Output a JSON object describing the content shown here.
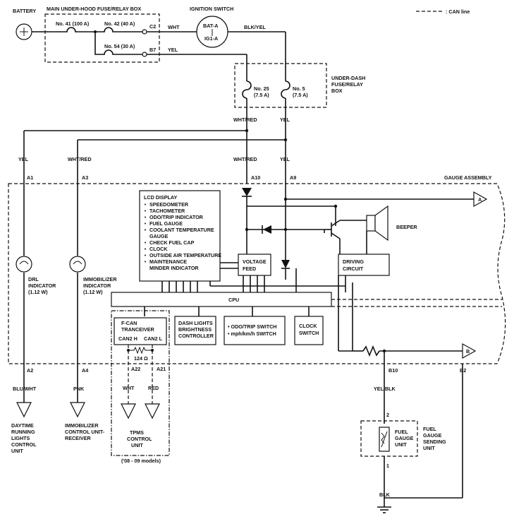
{
  "legend": {
    "can_line": ": CAN line"
  },
  "battery": {
    "label": "BATTERY"
  },
  "fuse_box": {
    "title": "MAIN UNDER-HOOD FUSE/RELAY BOX",
    "fuse41": "No. 41 (100 A)",
    "fuse42": "No. 42 (40 A)",
    "fuse54": "No. 54 (30 A)",
    "c2": "C2",
    "b7": "B7"
  },
  "ignition": {
    "title": "IGNITION SWITCH",
    "bat": "BAT-A",
    "ig1": "IG1-A"
  },
  "wires": {
    "wht": "WHT",
    "yel": "YEL",
    "blk_yel": "BLK/YEL",
    "wht_red": "WHT/RED",
    "blu_wht": "BLU/WHT",
    "pnk": "PNK",
    "yel_blk": "YEL/BLK",
    "blk": "BLK",
    "wht2": "WHT",
    "red": "RED"
  },
  "underdash": {
    "title1": "UNDER-DASH",
    "title2": "FUSE/RELAY",
    "title3": "BOX",
    "f25a": "No. 25",
    "f25b": "(7.5 A)",
    "f5a": "No. 5",
    "f5b": "(7.5 A)"
  },
  "pins": {
    "a1": "A1",
    "a3": "A3",
    "a10": "A10",
    "a9": "A9",
    "a2": "A2",
    "a4": "A4",
    "b10": "B10",
    "b2": "B2",
    "a22": "A22",
    "a21": "A21",
    "p2": "2",
    "p1": "1"
  },
  "gauge_assembly": "GAUGE ASSEMBLY",
  "lcd": {
    "title": "LCD DISPLAY",
    "items": [
      "SPEEDOMETER",
      "TACHOMETER",
      "ODO/TRIP INDICATOR",
      "FUEL GAUGE",
      "COOLANT TEMPERATURE",
      "GAUGE",
      "CHECK FUEL CAP",
      "CLOCK",
      "OUTSIDE AIR TEMPERATURE",
      "MAINTENANCE",
      "MINDER INDICATOR"
    ]
  },
  "voltage_feed": [
    "VOLTAGE",
    "FEED"
  ],
  "beeper": "BEEPER",
  "driving_circuit": [
    "DRIVING",
    "CIRCUIT"
  ],
  "cpu": "CPU",
  "drl": [
    "DRL",
    "INDICATOR",
    "(1.12 W)"
  ],
  "immob": [
    "IMMOBILIZER",
    "INDICATOR",
    "(1.12 W)"
  ],
  "fcan": [
    "F-CAN",
    "TRANCEIVER",
    "CAN2 H",
    "CAN2 L"
  ],
  "resistor": "124 Ω",
  "dash_lights": [
    "DASH LIGHTS",
    "BRIGHTNESS",
    "CONTROLLER"
  ],
  "odo_switch": [
    "• ODO/TRIP SWITCH",
    "• mph/km/h SWITCH"
  ],
  "clock_switch": [
    "CLOCK",
    "SWITCH"
  ],
  "connectors": {
    "a": "A",
    "b": "B"
  },
  "drl_unit": [
    "DAYTIME",
    "RUNNING",
    "LIGHTS",
    "CONTROL",
    "UNIT"
  ],
  "immob_unit": [
    "IMMOBILIZER",
    "CONTROL UNIT-",
    "RECEIVER"
  ],
  "tpms": [
    "TPMS",
    "CONTROL",
    "UNIT"
  ],
  "models": "('08 - 09 models)",
  "fuel_unit": [
    "FUEL",
    "GAUGE",
    "UNIT"
  ],
  "fuel_sending": [
    "FUEL",
    "GAUGE",
    "SENDING",
    "UNIT"
  ]
}
